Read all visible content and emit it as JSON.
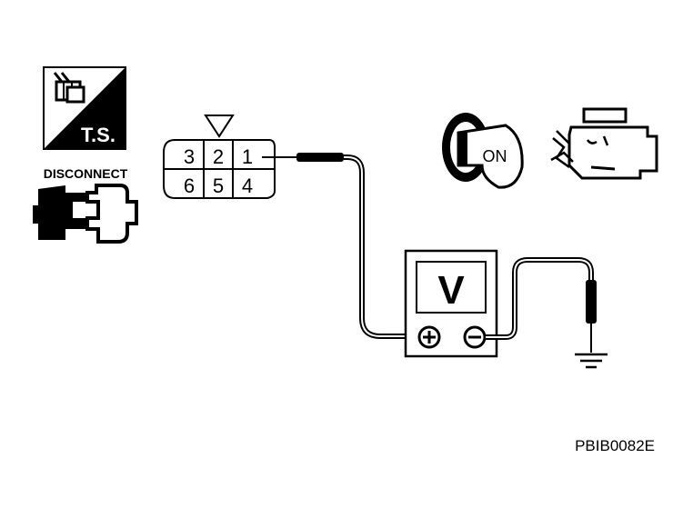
{
  "ts_badge": {
    "label": "T.S."
  },
  "disconnect": {
    "label": "DISCONNECT"
  },
  "connector": {
    "pins_top": [
      "3",
      "2",
      "1"
    ],
    "pins_bottom": [
      "6",
      "5",
      "4"
    ]
  },
  "ignition": {
    "key_label": "ON"
  },
  "meter": {
    "unit": "V",
    "plus_symbol": "+",
    "minus_symbol": "−"
  },
  "figure_code": "PBIB0082E",
  "colors": {
    "ink": "#000000",
    "paper": "#ffffff"
  }
}
